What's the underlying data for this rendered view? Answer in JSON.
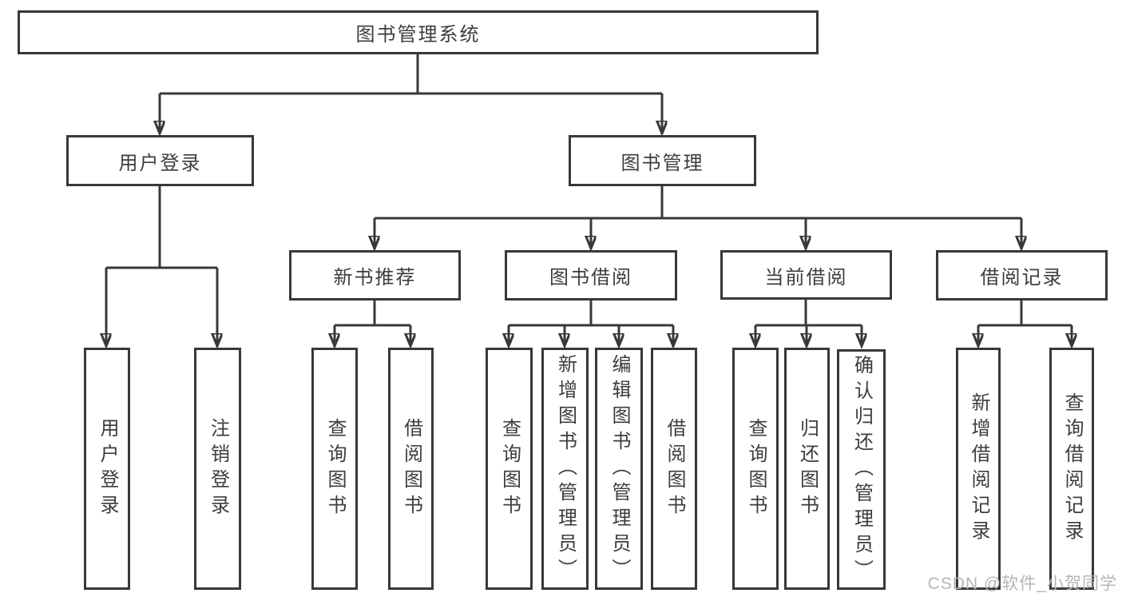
{
  "tree": {
    "root": {
      "label": "图书管理系统"
    },
    "branches": [
      {
        "label": "用户登录",
        "children": [
          {
            "label": "用户登录"
          },
          {
            "label": "注销登录"
          }
        ]
      },
      {
        "label": "图书管理",
        "children": [
          {
            "label": "新书推荐",
            "children": [
              {
                "label": "查询图书"
              },
              {
                "label": "借阅图书"
              }
            ]
          },
          {
            "label": "图书借阅",
            "children": [
              {
                "label": "查询图书"
              },
              {
                "label": "新增图书（管理员）"
              },
              {
                "label": "编辑图书（管理员）"
              },
              {
                "label": "借阅图书"
              }
            ]
          },
          {
            "label": "当前借阅",
            "children": [
              {
                "label": "查询图书"
              },
              {
                "label": "归还图书"
              },
              {
                "label": "确认归还（管理员）"
              }
            ]
          },
          {
            "label": "借阅记录",
            "children": [
              {
                "label": "新增借阅记录"
              },
              {
                "label": "查询借阅记录"
              }
            ]
          }
        ]
      }
    ]
  },
  "watermark": "CSDN @软件_小贺同学",
  "colors": {
    "line": "#383838",
    "text": "#3d3d3d",
    "watermark": "#b5b5b9",
    "background": "#ffffff"
  }
}
